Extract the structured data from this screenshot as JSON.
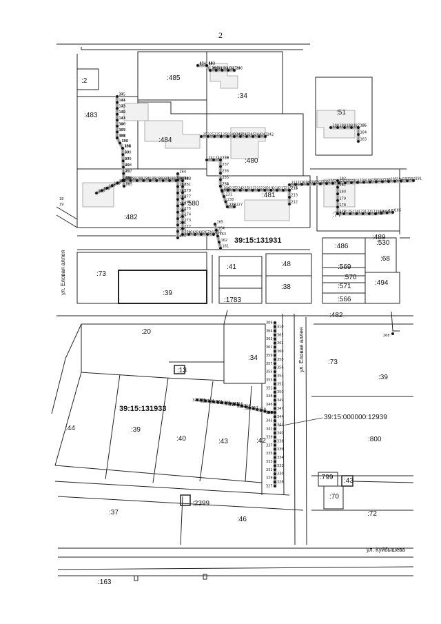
{
  "page_number": "2",
  "top_map": {
    "block_label": "39:15:131931",
    "parcels": [
      ":2",
      ":485",
      ":34",
      ":51",
      ":483",
      ":484",
      ":480",
      ":481",
      ":580",
      ":482",
      ":77",
      ":486",
      ":489",
      ":68",
      ":569",
      ":570",
      ":571",
      ":494",
      ":566",
      ":41",
      ":48",
      ":38",
      ":73",
      ":39",
      ":1783",
      ":530"
    ],
    "street_left": "ул. Еловая аллея",
    "margin_numbers": [
      "18",
      "19"
    ],
    "points": [
      "43",
      "44",
      "42",
      "29",
      "30",
      "31",
      "33",
      "32",
      "28",
      "27",
      "131",
      "132",
      "130",
      "133",
      "306",
      "307",
      "305",
      "304",
      "303",
      "302",
      "301",
      "300",
      "299",
      "298",
      "297",
      "296",
      "295",
      "294",
      "293",
      "292",
      "291",
      "290",
      "289",
      "288",
      "287",
      "284",
      "283",
      "282",
      "281",
      "278",
      "277",
      "276",
      "275",
      "274",
      "273",
      "272",
      "271",
      "270",
      "269",
      "268",
      "267",
      "266",
      "265",
      "264",
      "263",
      "262",
      "261",
      "260",
      "259",
      "258",
      "257",
      "256",
      "255",
      "254",
      "253",
      "252",
      "251",
      "250",
      "249",
      "248",
      "247",
      "246",
      "245",
      "244",
      "243",
      "242",
      "241",
      "240",
      "239",
      "238",
      "237",
      "236",
      "235",
      "234",
      "233",
      "232",
      "231",
      "230",
      "229",
      "228",
      "227",
      "226",
      "225",
      "224",
      "223",
      "222",
      "221",
      "220",
      "219",
      "218",
      "217",
      "216",
      "215",
      "214",
      "213",
      "212",
      "211",
      "210",
      "209",
      "208",
      "207",
      "206",
      "205",
      "204",
      "203",
      "202",
      "201",
      "200",
      "199",
      "198",
      "197",
      "196",
      "195",
      "194",
      "193",
      "192",
      "191",
      "190",
      "189",
      "188",
      "187",
      "186",
      "185",
      "184",
      "183",
      "182",
      "181",
      "180",
      "179",
      "178",
      "177",
      "176",
      "175",
      "174",
      "173",
      "172",
      "171",
      "170",
      "169",
      "168",
      "167",
      "166",
      "165",
      "164",
      "163",
      "162",
      "161",
      "160",
      "159",
      "158",
      "157",
      "156",
      "155",
      "154",
      "153",
      "152",
      "151",
      "150",
      "149",
      "148",
      "147",
      "146",
      "145",
      "144",
      "143",
      "142",
      "141",
      "140",
      "139",
      "138",
      "137",
      "136",
      "135",
      "134",
      "48",
      "47",
      "46",
      "45",
      "49",
      "50",
      "51",
      "52",
      "53",
      "54",
      "55",
      "56",
      "57",
      "58",
      "59",
      "60",
      "61"
    ]
  },
  "bottom_map": {
    "block_label": "39:15:131933",
    "callout_label": "39:15:000000:12939",
    "parcels": [
      ":482",
      ":20",
      ":34",
      ":73",
      ":39",
      ":13",
      ":44",
      ":39",
      ":40",
      ":43",
      ":42",
      ":800",
      ":799",
      ":43",
      ":70",
      ":37",
      ":2399",
      ":46",
      ":72",
      ":163"
    ],
    "street_vertical": "ул. Еловая аллея",
    "street_horizontal": "ул. Куйбышева",
    "points": [
      "309",
      "310",
      "364",
      "365",
      "363",
      "362",
      "361",
      "360",
      "359",
      "358",
      "357",
      "356",
      "355",
      "354",
      "353",
      "352",
      "351",
      "350",
      "348",
      "349",
      "346",
      "347",
      "345",
      "344",
      "343",
      "342",
      "341",
      "340",
      "339",
      "338",
      "337",
      "336",
      "335",
      "334",
      "333",
      "332",
      "331",
      "330",
      "329",
      "328",
      "327",
      "326",
      "325",
      "324",
      "323",
      "322",
      "321",
      "320",
      "319",
      "318",
      "317",
      "316",
      "315",
      "314",
      "313",
      "312",
      "311",
      "268"
    ]
  }
}
